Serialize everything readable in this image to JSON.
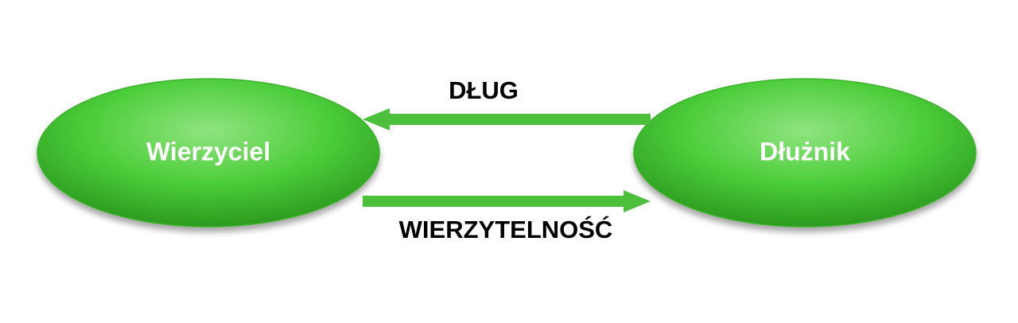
{
  "nodes": {
    "creditor": {
      "label": "Wierzyciel"
    },
    "debtor": {
      "label": "Dłużnik"
    }
  },
  "edges": {
    "debt": {
      "label": "DŁUG",
      "direction": "debtor-to-creditor"
    },
    "claim": {
      "label": "WIERZYTELNOŚĆ",
      "direction": "creditor-to-debtor"
    }
  },
  "colors": {
    "node_light": "#8fe47f",
    "node_mid": "#4ccd3a",
    "node_dark": "#2c9a1f",
    "arrow": "#4cc03a",
    "node_text": "#ffffff",
    "edge_text": "#000000"
  }
}
